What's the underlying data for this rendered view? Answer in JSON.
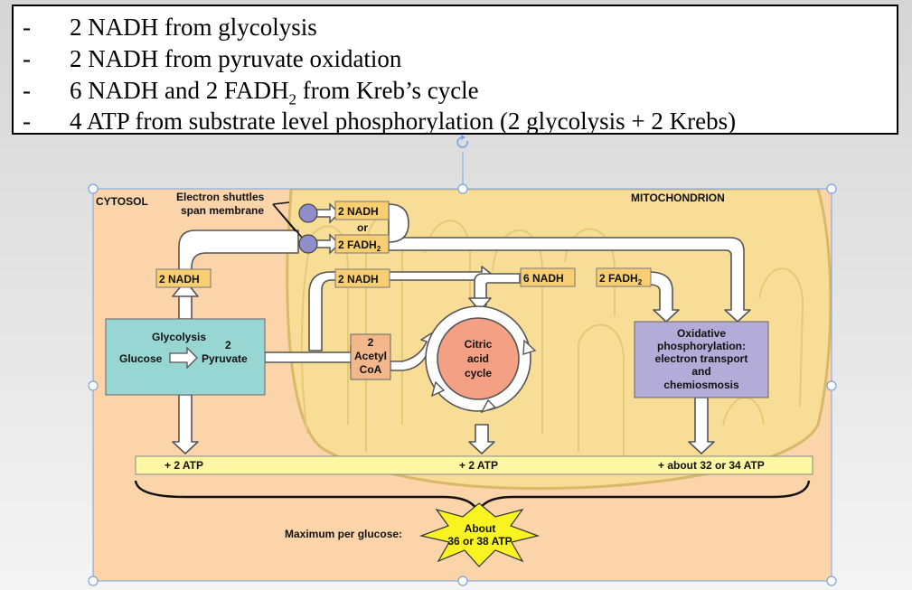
{
  "textbox": {
    "bullets": [
      {
        "dash": "-",
        "text": "2 NADH from glycolysis"
      },
      {
        "dash": "-",
        "text": "2 NADH from pyruvate oxidation"
      },
      {
        "dash": "-",
        "pre": "6 NADH and 2 FADH",
        "sub": "2",
        "post": " from Kreb’s cycle"
      },
      {
        "dash": "-",
        "text": "4 ATP from substrate level phosphorylation (2 glycolysis + 2 Krebs)"
      }
    ]
  },
  "diagram": {
    "cytosol_label": "CYTOSOL",
    "mitochondrion_label": "MITOCHONDRION",
    "shuttles_line1": "Electron shuttles",
    "shuttles_line2": "span membrane",
    "nadh_top": "2 NADH",
    "or_label": "or",
    "fadh_top": "2 FADH",
    "fadh_sub": "2",
    "nadh_left": "2 NADH",
    "nadh_mid": "2 NADH",
    "nadh_six": "6 NADH",
    "fadh_right": "2 FADH",
    "fadh_right_sub": "2",
    "glycolysis_label": "Glycolysis",
    "glycolysis_two": "2",
    "glucose_label": "Glucose",
    "pyruvate_label": "Pyruvate",
    "acetyl_line1": "2",
    "acetyl_line2": "Acetyl",
    "acetyl_line3": "CoA",
    "citric_line1": "Citric",
    "citric_line2": "acid",
    "citric_line3": "cycle",
    "oxphos_line1": "Oxidative",
    "oxphos_line2": "phosphorylation:",
    "oxphos_line3": "electron transport",
    "oxphos_line4": "and",
    "oxphos_line5": "chemiosmosis",
    "atp_left": "+ 2 ATP",
    "atp_mid": "+ 2 ATP",
    "atp_right": "+ about 32 or 34 ATP",
    "max_label": "Maximum per glucose:",
    "burst_line1": "About",
    "burst_line2": "36 or 38 ATP"
  },
  "colors": {
    "cytosol_bg": "#fbd4aa",
    "mito_fill": "#f8dd97",
    "glycolysis_box": "#98d6d3",
    "acetyl_box": "#f2b78b",
    "citric_circle": "#f3a085",
    "oxphos_box": "#b3acd8",
    "label_box": "#f8ce72",
    "atp_bar": "#fdf7a4",
    "burst": "#f9f322",
    "shuttle": "#8f8ecb",
    "selection": "#7aa3e0"
  }
}
